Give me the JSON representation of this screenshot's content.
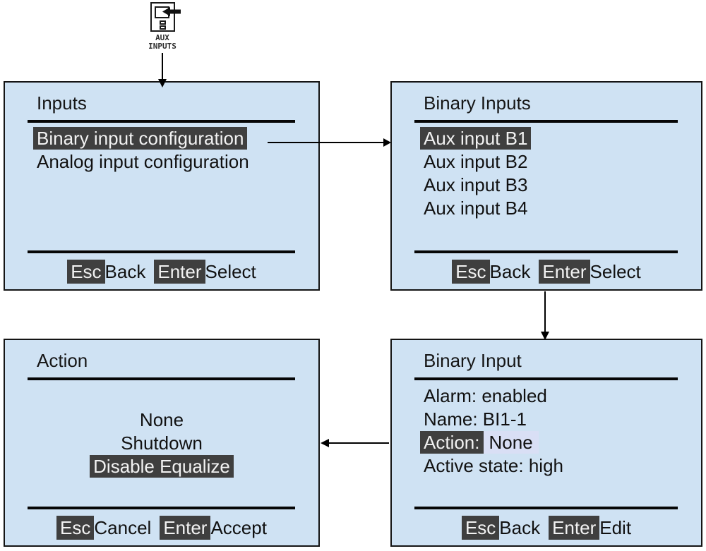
{
  "colors": {
    "panel_bg": "#cfe2f3",
    "highlight_bg": "#3f3f3f",
    "highlight_text": "#f2f2f2",
    "value_box_bg": "#d9dff5",
    "line": "#000000"
  },
  "source_icon": {
    "label_line1": "AUX",
    "label_line2": "INPUTS"
  },
  "panels": {
    "inputs": {
      "title": "Inputs",
      "items": [
        {
          "label": "Binary input configuration",
          "highlighted": true
        },
        {
          "label": "Analog input configuration",
          "highlighted": false
        }
      ],
      "footer": {
        "esc_key": "Esc",
        "esc_action": "Back",
        "enter_key": "Enter",
        "enter_action": "Select"
      }
    },
    "binary_inputs": {
      "title": "Binary Inputs",
      "items": [
        {
          "label": "Aux input B1",
          "highlighted": true
        },
        {
          "label": "Aux input B2",
          "highlighted": false
        },
        {
          "label": "Aux input B3",
          "highlighted": false
        },
        {
          "label": "Aux input B4",
          "highlighted": false
        }
      ],
      "footer": {
        "esc_key": "Esc",
        "esc_action": "Back",
        "enter_key": "Enter",
        "enter_action": "Select"
      }
    },
    "binary_input": {
      "title": "Binary Input",
      "items": [
        {
          "label": "Alarm: enabled"
        },
        {
          "label": "Name: BI1-1"
        },
        {
          "key": "Action:",
          "value": "None",
          "key_highlighted": true,
          "value_boxed": true
        },
        {
          "label": "Active state: high"
        }
      ],
      "footer": {
        "esc_key": "Esc",
        "esc_action": "Back",
        "enter_key": "Enter",
        "enter_action": "Edit"
      }
    },
    "action": {
      "title": "Action",
      "items": [
        {
          "label": "None",
          "highlighted": false
        },
        {
          "label": "Shutdown",
          "highlighted": false
        },
        {
          "label": "Disable Equalize",
          "highlighted": true
        }
      ],
      "footer": {
        "esc_key": "Esc",
        "esc_action": "Cancel",
        "enter_key": "Enter",
        "enter_action": "Accept"
      }
    }
  }
}
